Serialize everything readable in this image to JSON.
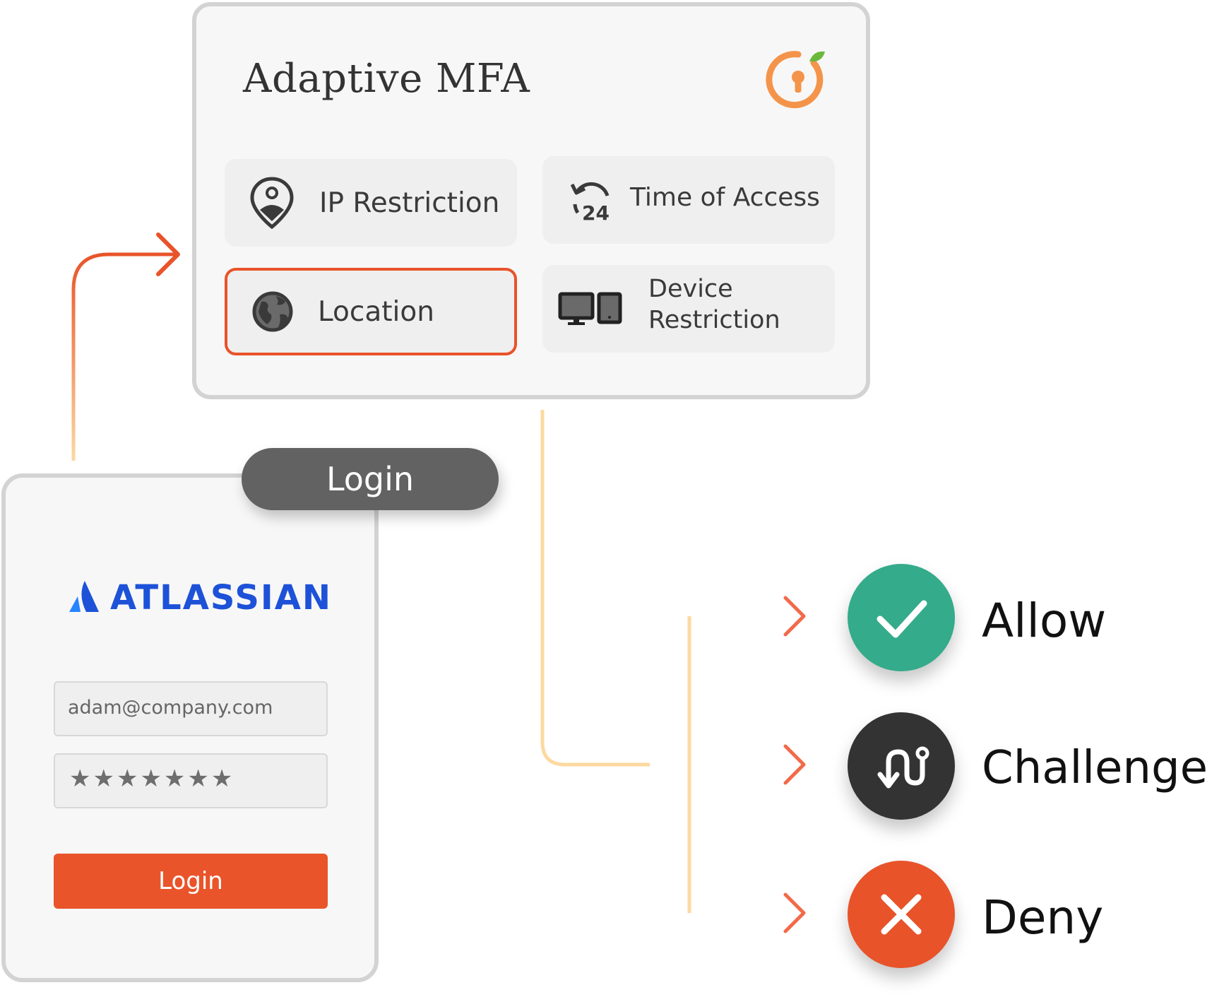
{
  "mfa_panel": {
    "title": "Adaptive MFA",
    "brand_icon": "keyhole-lock-icon",
    "tiles": {
      "ip_restriction": {
        "label": "IP Restriction",
        "icon": "location-pin-person-icon"
      },
      "time_of_access": {
        "label": "Time of Access",
        "icon": "clock-24-icon"
      },
      "location": {
        "label": "Location",
        "icon": "globe-icon",
        "highlighted": true
      },
      "device_restriction": {
        "label_line1": "Device",
        "label_line2": "Restriction",
        "icon": "desktop-tablet-icon"
      }
    }
  },
  "login_card": {
    "tab_label": "Login",
    "brand": {
      "name": "ATLASSIAN",
      "icon": "atlassian-logo-icon"
    },
    "email_value": "adam@company.com",
    "password_masked": "★★★★★★★",
    "submit_label": "Login"
  },
  "outcomes": {
    "allow": {
      "label": "Allow",
      "icon": "checkmark-icon"
    },
    "challenge": {
      "label": "Challenge",
      "icon": "route-icon"
    },
    "deny": {
      "label": "Deny",
      "icon": "x-icon"
    }
  },
  "colors": {
    "accent_orange": "#e8532a",
    "allow_green": "#34ab8a",
    "challenge_dark": "#333333",
    "atlassian_blue": "#1d52d8",
    "connector_light": "#fbd79a"
  }
}
